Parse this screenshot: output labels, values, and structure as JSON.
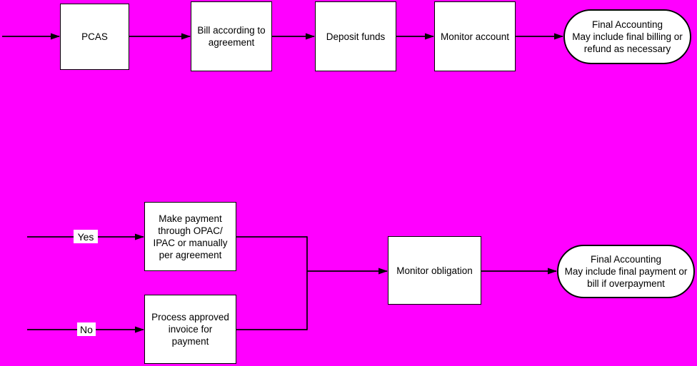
{
  "flowchart": {
    "background_color": "#ff00ff",
    "node_fill_color": "#ffffff",
    "line_color": "#000000",
    "top_row": {
      "nodes": [
        {
          "type": "process",
          "label": "PCAS"
        },
        {
          "type": "process",
          "lines": [
            "Bill according to",
            "agreement"
          ]
        },
        {
          "type": "process",
          "label": "Deposit funds"
        },
        {
          "type": "process",
          "label": "Monitor account"
        },
        {
          "type": "terminator",
          "lines": [
            "Final Accounting",
            "May include final billing or",
            "refund as necessary"
          ]
        }
      ]
    },
    "bottom_row": {
      "branch_labels": {
        "yes": "Yes",
        "no": "No"
      },
      "nodes": [
        {
          "type": "process",
          "lines": [
            "Make payment",
            "through OPAC/",
            "IPAC or manually",
            "per agreement"
          ]
        },
        {
          "type": "process",
          "lines": [
            "Process approved",
            "invoice for",
            "payment"
          ]
        },
        {
          "type": "process",
          "label": "Monitor obligation"
        },
        {
          "type": "terminator",
          "lines": [
            "Final Accounting",
            "May include final payment or",
            "bill if overpayment"
          ]
        }
      ]
    }
  }
}
